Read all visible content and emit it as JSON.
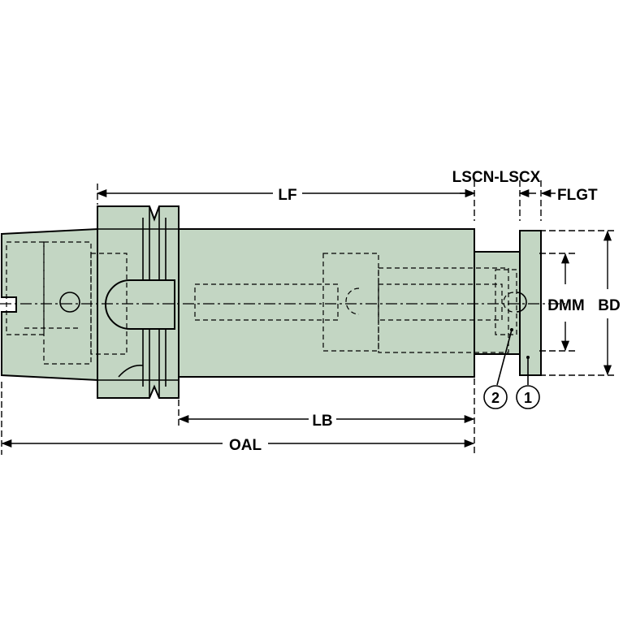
{
  "labels": {
    "lf": "LF",
    "lscn_lscx": "LSCN-LSCX",
    "flgt": "FLGT",
    "dmm": "DMM",
    "bd": "BD",
    "lb": "LB",
    "oal": "OAL",
    "callout_1": "1",
    "callout_2": "2"
  },
  "colors": {
    "body": "#c3d6c3",
    "line": "#000000",
    "background": "#ffffff"
  }
}
